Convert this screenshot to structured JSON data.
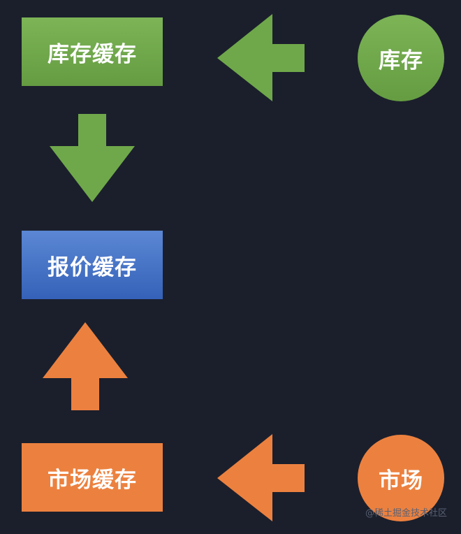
{
  "nodes": {
    "inventory_cache": "库存缓存",
    "inventory": "库存",
    "quote_cache": "报价缓存",
    "market_cache": "市场缓存",
    "market": "市场"
  },
  "colors": {
    "background": "#1b1f2c",
    "green": "#6fa84a",
    "blue": "#4874c6",
    "orange": "#ec813f"
  },
  "watermark": "@稀土掘金技术社区"
}
